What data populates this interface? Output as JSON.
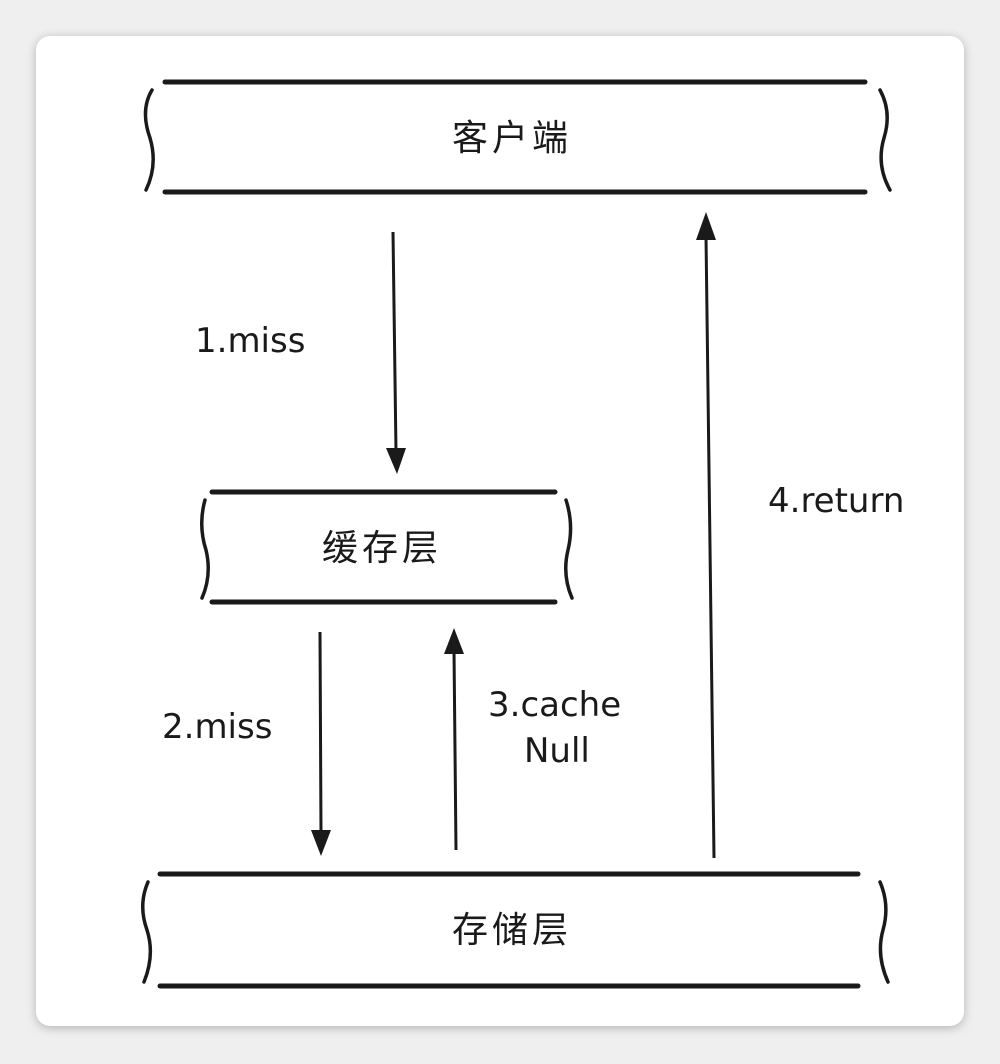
{
  "nodes": {
    "client": {
      "label": "客户端"
    },
    "cache": {
      "label": "缓存层"
    },
    "storage": {
      "label": "存储层"
    }
  },
  "edges": {
    "step1": {
      "label": "1.miss"
    },
    "step2": {
      "label": "2.miss"
    },
    "step3": {
      "line1": "3.cache",
      "line2": "Null"
    },
    "step4": {
      "label": "4.return"
    }
  }
}
